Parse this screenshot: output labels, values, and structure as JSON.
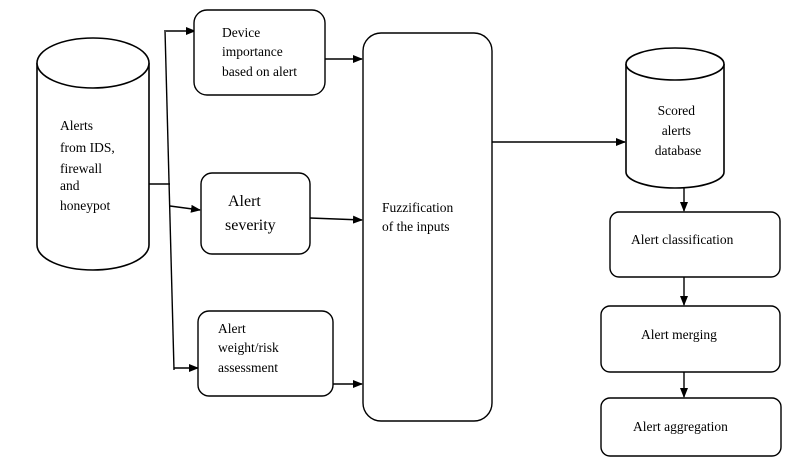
{
  "source_db": {
    "lines": [
      "Alerts",
      "from IDS,",
      "firewall",
      "and",
      "honeypot"
    ]
  },
  "device_importance": {
    "lines": [
      "Device",
      "importance",
      "based on alert"
    ]
  },
  "alert_severity": {
    "lines": [
      "Alert",
      "severity"
    ]
  },
  "weight_risk": {
    "lines": [
      "Alert",
      "weight/risk",
      "assessment"
    ]
  },
  "fuzzification": {
    "lines": [
      "Fuzzification",
      "of the inputs"
    ]
  },
  "scored_db": {
    "lines": [
      "Scored",
      "alerts",
      "database"
    ]
  },
  "classification": {
    "label": "Alert classification"
  },
  "merging": {
    "label": "Alert merging"
  },
  "aggregation": {
    "label": "Alert aggregation"
  }
}
